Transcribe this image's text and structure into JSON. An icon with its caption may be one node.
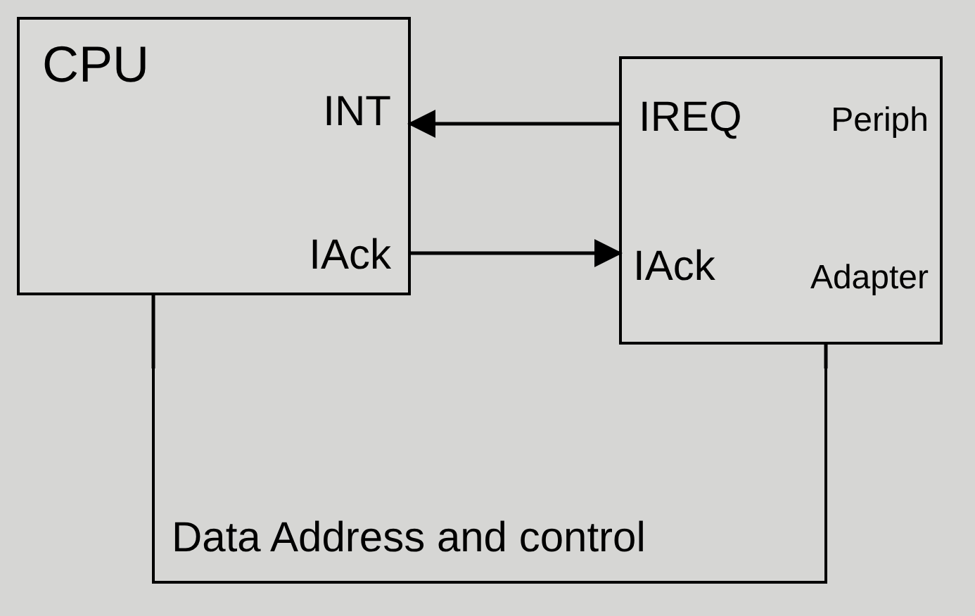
{
  "diagram": {
    "nodes": [
      {
        "text": [
          "CPU",
          "INT",
          "IAck"
        ]
      },
      {
        "text": [
          "IREQ",
          "Periph",
          "IAck",
          "Adapter"
        ]
      },
      {
        "text": [
          "Data Address and control"
        ]
      }
    ],
    "edges": [
      {
        "from": 1,
        "to": 0,
        "arrow": "to"
      },
      {
        "from": 0,
        "to": 1,
        "arrow": "to"
      },
      {
        "from": 0,
        "to": 2,
        "arrow": "none"
      },
      {
        "from": 1,
        "to": 2,
        "arrow": "none"
      }
    ]
  }
}
